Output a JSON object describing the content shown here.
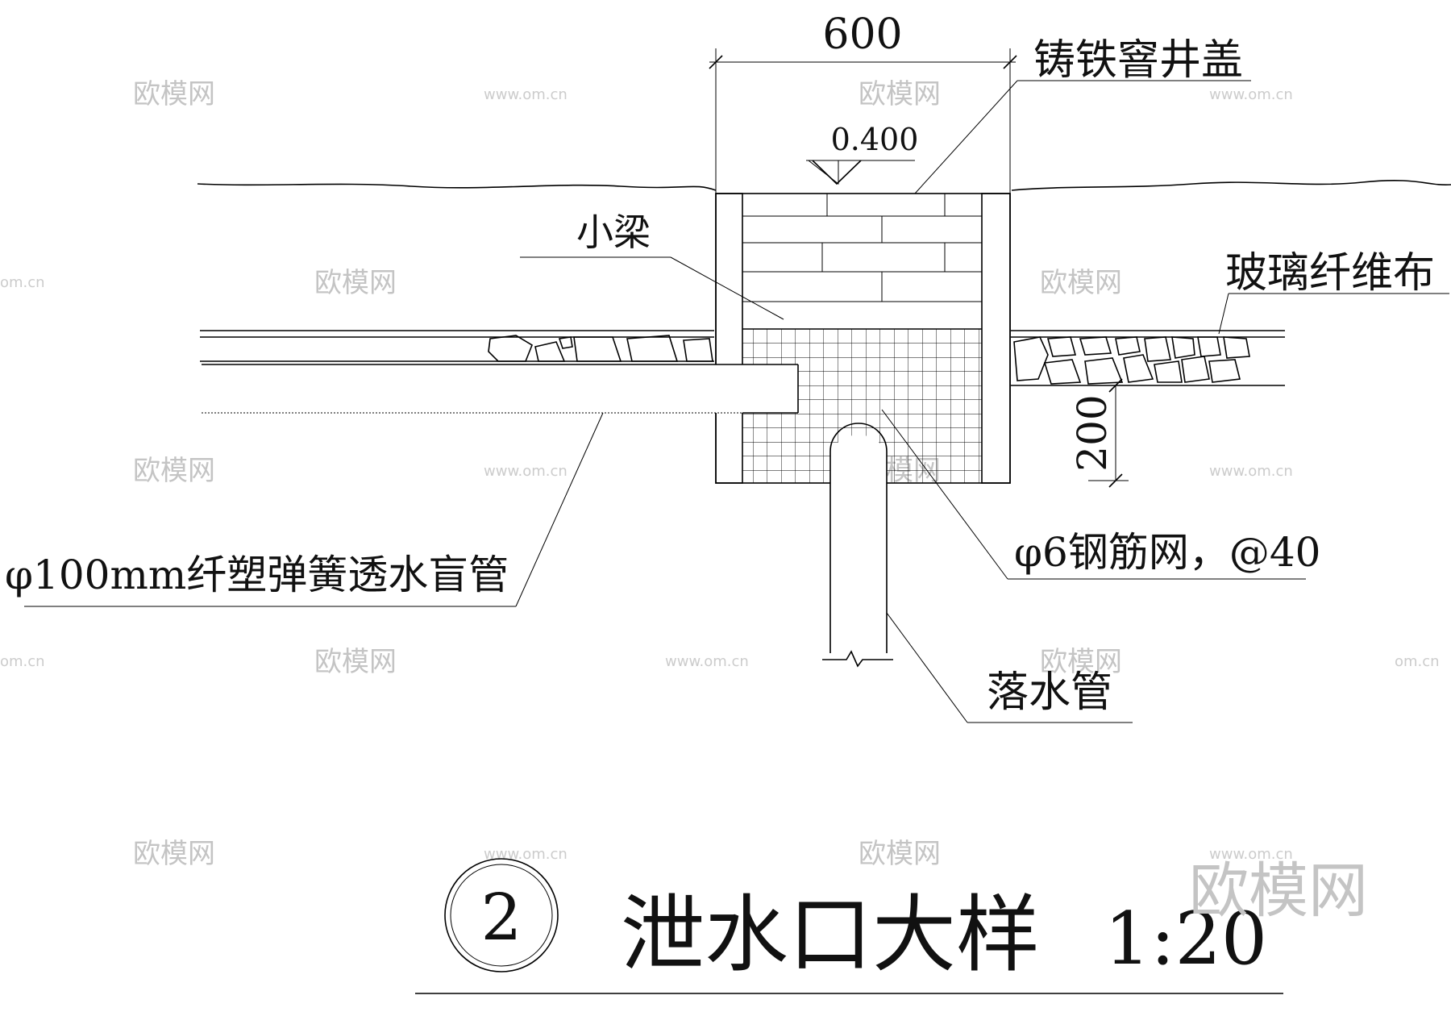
{
  "drawing": {
    "dimensions": {
      "width_600": "600",
      "depth_200": "200"
    },
    "elevation_mark": "0.400",
    "labels": {
      "cover": "铸铁窨井盖",
      "beam": "小梁",
      "fabric": "玻璃纤维布",
      "rebar_mesh": "φ6钢筋网，@40",
      "blind_pipe": "φ100mm纤塑弹簧透水盲管",
      "downpipe": "落水管"
    },
    "title": {
      "number": "2",
      "name": "泄水口大样",
      "scale": "1:20"
    }
  },
  "watermarks": {
    "brand": "欧模网",
    "site": "www.om.cn",
    "site_short": "om.cn"
  }
}
